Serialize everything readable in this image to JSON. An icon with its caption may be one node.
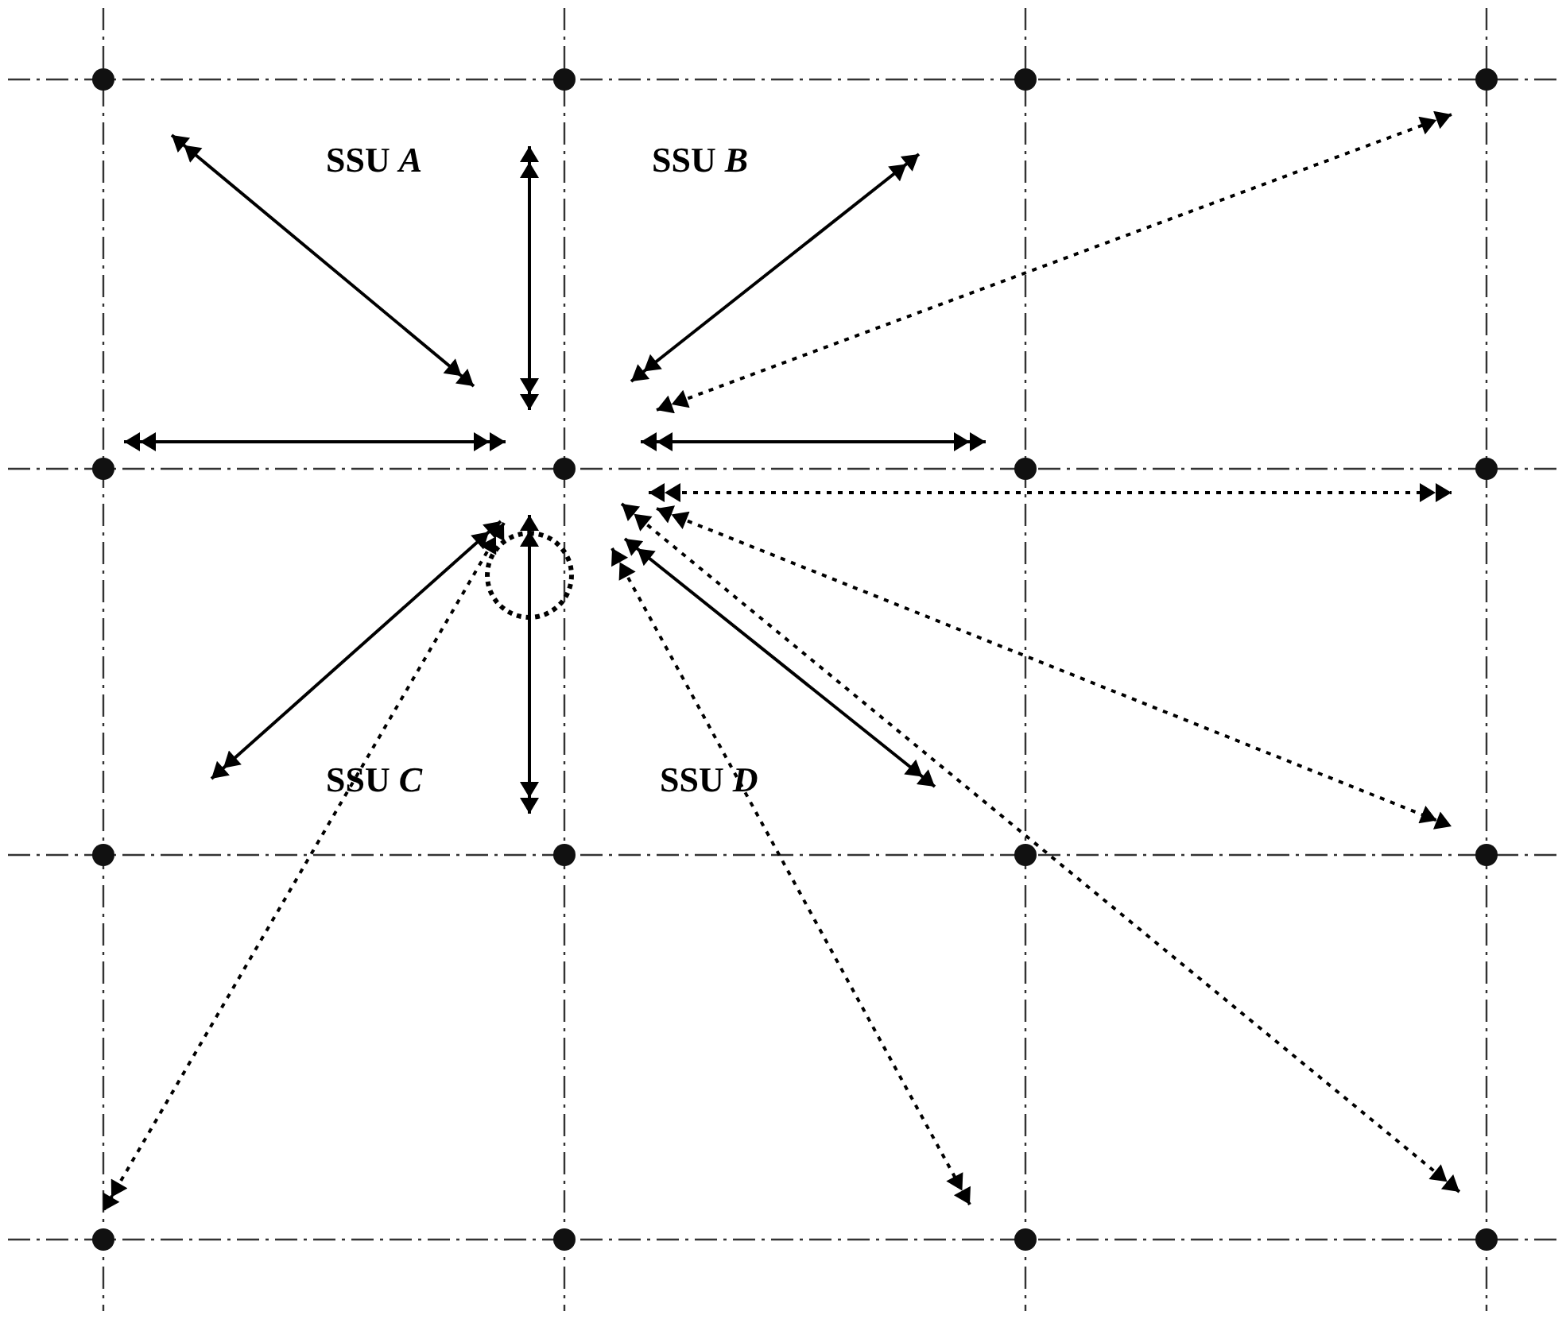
{
  "diagram": {
    "nodes": [
      {
        "text": [],
        "shape": "circle"
      },
      {
        "text": [],
        "shape": "circle"
      },
      {
        "text": [],
        "shape": "circle"
      },
      {
        "text": [],
        "shape": "circle"
      },
      {
        "text": [],
        "shape": "circle"
      },
      {
        "text": [],
        "shape": "circle"
      },
      {
        "text": [],
        "shape": "circle"
      },
      {
        "text": [],
        "shape": "circle"
      },
      {
        "text": [],
        "shape": "circle"
      },
      {
        "text": [],
        "shape": "circle"
      },
      {
        "text": [],
        "shape": "circle"
      },
      {
        "text": [],
        "shape": "circle"
      },
      {
        "text": [],
        "shape": "circle"
      },
      {
        "text": [],
        "shape": "circle"
      },
      {
        "text": [],
        "shape": "circle"
      },
      {
        "text": [],
        "shape": "circle"
      },
      {
        "text": [],
        "shape": "circle"
      }
    ],
    "edges": [
      {
        "from": 5,
        "to": null,
        "arrow": "both"
      },
      {
        "from": 5,
        "to": null,
        "arrow": "both"
      },
      {
        "from": 5,
        "to": null,
        "arrow": "both"
      },
      {
        "from": 5,
        "to": 4,
        "arrow": "both"
      },
      {
        "from": 5,
        "to": 6,
        "arrow": "both"
      },
      {
        "from": 5,
        "to": null,
        "arrow": "both"
      },
      {
        "from": 8,
        "to": 10,
        "arrow": "both"
      },
      {
        "from": 5,
        "to": null,
        "arrow": "both"
      },
      {
        "from": 5,
        "to": 3,
        "arrow": "both",
        "style": "dashed"
      },
      {
        "from": 5,
        "to": 7,
        "arrow": "both",
        "style": "dashed"
      },
      {
        "from": 5,
        "to": 12,
        "arrow": "both",
        "style": "dashed"
      },
      {
        "from": 5,
        "to": 16,
        "arrow": "both",
        "style": "dashed"
      },
      {
        "from": 5,
        "to": null,
        "arrow": "both",
        "style": "dashed"
      },
      {
        "from": 8,
        "to": 13,
        "arrow": "both",
        "style": "dashed"
      }
    ],
    "labels": [
      "SSU *A*",
      "SSU *B*",
      "SSU *C*",
      "SSU *D*"
    ]
  }
}
